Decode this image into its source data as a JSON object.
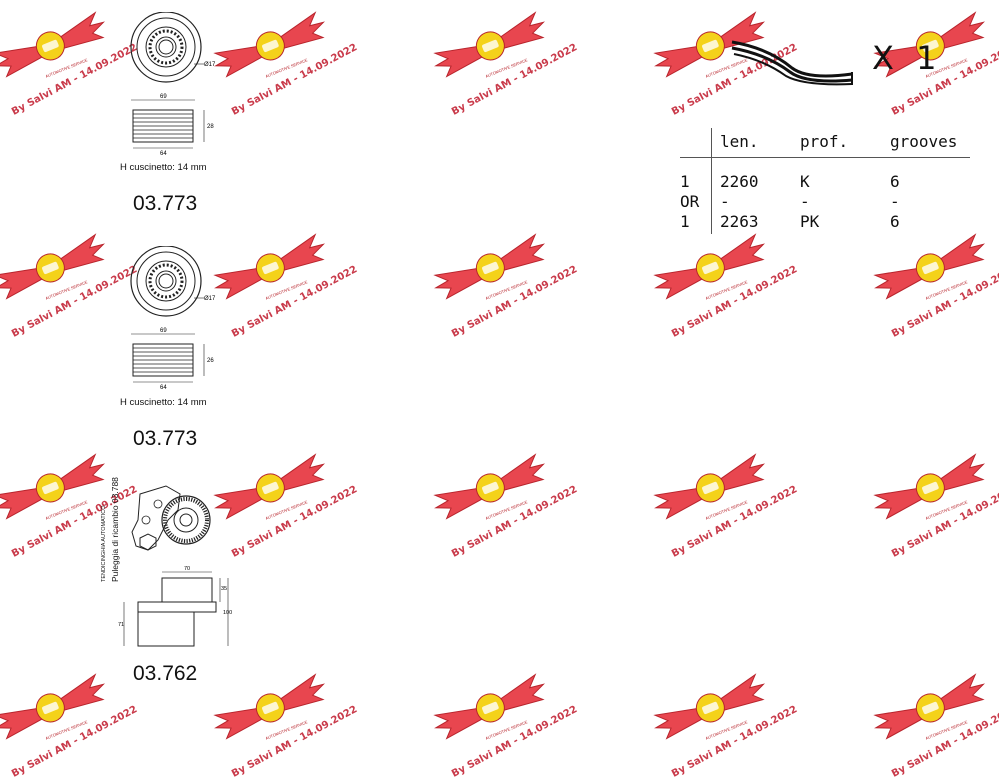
{
  "watermark": {
    "text": "By Salvi AM - 14.09.2022",
    "logo_label": "AUTOMOTIVE SERVICE",
    "colors": {
      "wing": "#e8464f",
      "wing_edge": "#b8242c",
      "badge": "#f4d21a",
      "text": "#c93a4a"
    }
  },
  "parts": [
    {
      "code": "03.773",
      "note": "H cuscinetto: 14 mm",
      "dims": {
        "outer": "69",
        "inner": "64",
        "height": "28",
        "bore": "Ø17"
      }
    },
    {
      "code": "03.773",
      "note": "H cuscinetto: 14 mm",
      "dims": {
        "outer": "69",
        "inner": "64",
        "height": "26",
        "bore": "Ø17"
      }
    },
    {
      "code": "03.762",
      "labels": {
        "tensioner": "TENDICINGHIA AUTOMATICO",
        "replacement": "Puleggia di ricambio 03.788"
      },
      "dims": {
        "width": "70",
        "depth": "35",
        "height": "100",
        "side": "71"
      }
    }
  ],
  "belt": {
    "quantity_label": "X 1",
    "headers": [
      "len.",
      "prof.",
      "grooves"
    ],
    "rows": [
      {
        "qty": "1",
        "len": "2260",
        "prof": "K",
        "grooves": "6"
      },
      {
        "qty": "OR",
        "len": "-",
        "prof": "-",
        "grooves": "-"
      },
      {
        "qty": "1",
        "len": "2263",
        "prof": "PK",
        "grooves": "6"
      }
    ]
  }
}
